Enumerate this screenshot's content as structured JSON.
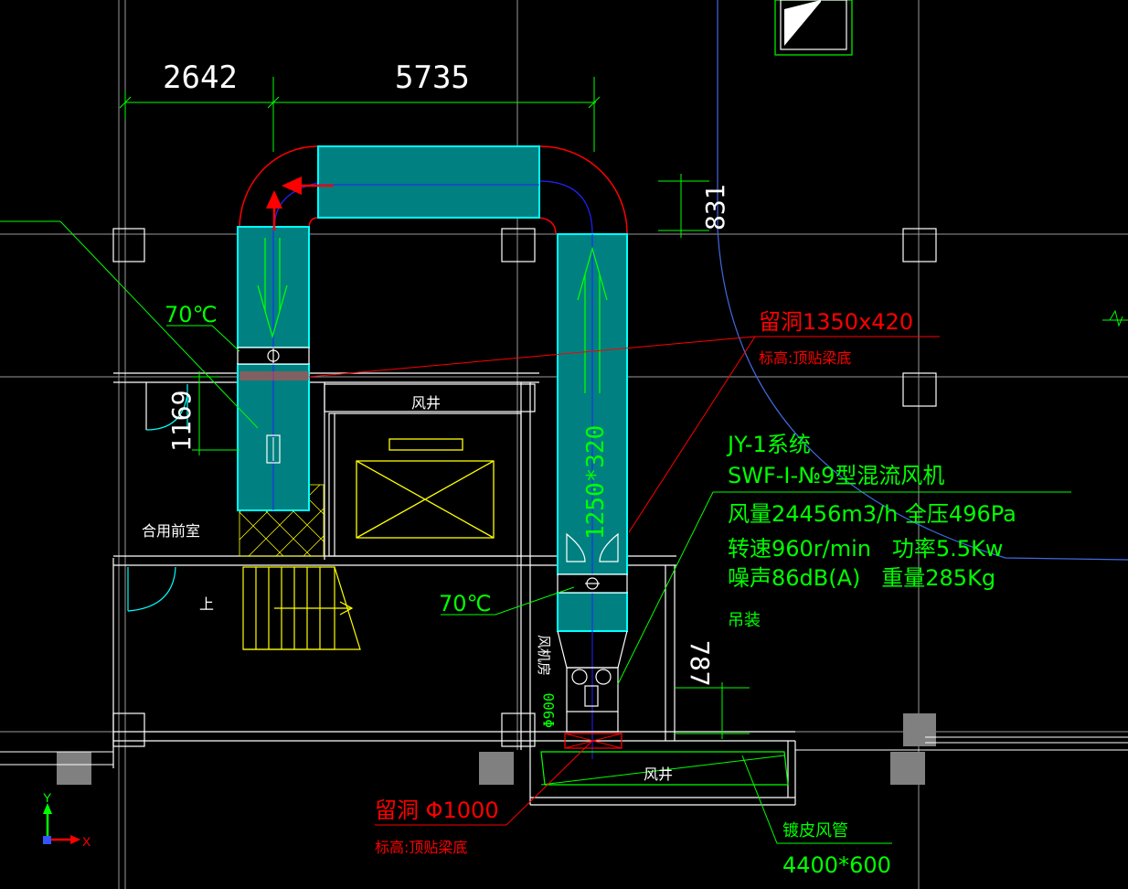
{
  "dimensions": {
    "d_2642": "2642",
    "d_5735": "5735",
    "d_831": "831",
    "d_1169": "1169",
    "d_787": "787",
    "duct_size": "1250*320",
    "d_phi900": "Φ900"
  },
  "annotations": {
    "temp_top": "70℃",
    "temp_bottom": "70℃",
    "shaft_top": "风井",
    "shaft_bottom": "风井",
    "room_front": "合用前室",
    "stair_up": "上",
    "fan_room": "风机房",
    "opening_top_1": "留洞1350x420",
    "opening_top_2": "标高:顶贴梁底",
    "opening_bottom_1": "留洞 Φ1000",
    "opening_bottom_2": "标高:顶贴梁底",
    "steel_duct_1": "镀皮风管",
    "steel_duct_2": "4400*600"
  },
  "equipment_note": {
    "system": "JY-1系统",
    "model": "SWF-I-№9型混流风机",
    "airflow": "风量24456m3/h 全压496Pa",
    "speed_power": "转速960r/min   功率5.5Kw",
    "noise_weight": "噪声86dB(A)   重量285Kg",
    "mount": "吊装"
  },
  "ucs": {
    "y_label": "Y",
    "x_label": "X"
  },
  "colors": {
    "background": "#000000",
    "duct_fill": "#008080",
    "duct_edge": "#00ffff",
    "green_text": "#00ff00",
    "red_text": "#ff0000",
    "walls": "#ffffff",
    "yellow": "#ffff00",
    "blue_curve": "#4169e1",
    "column_gray": "#808080"
  }
}
